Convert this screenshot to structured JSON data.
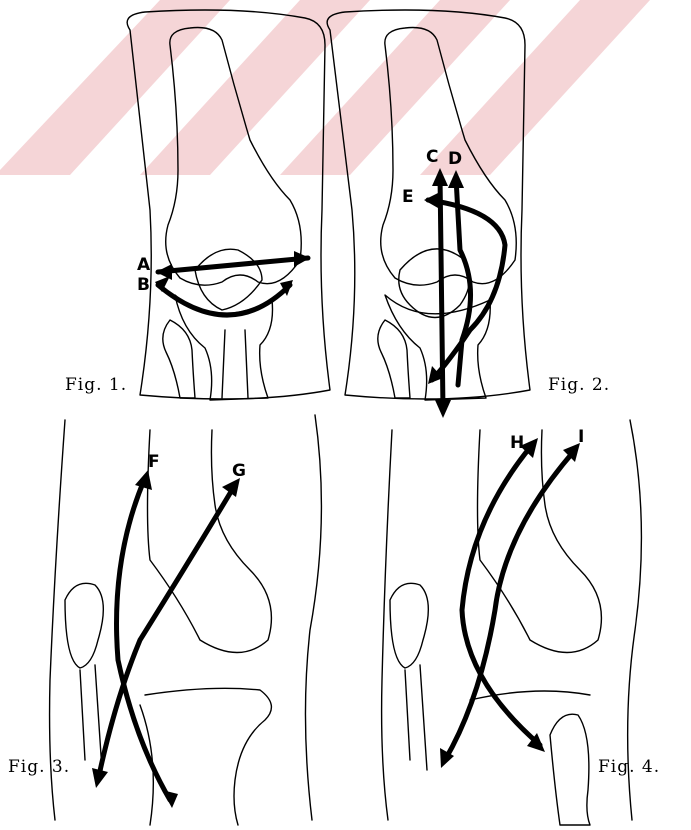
{
  "figures": [
    {
      "caption": "Fig. 1.",
      "labels": [
        "A",
        "B"
      ]
    },
    {
      "caption": "Fig. 2.",
      "labels": [
        "C",
        "D",
        "E"
      ]
    },
    {
      "caption": "Fig. 3.",
      "labels": [
        "F",
        "G"
      ]
    },
    {
      "caption": "Fig. 4.",
      "labels": [
        "H",
        "I"
      ]
    }
  ],
  "colors": {
    "line": "#000000",
    "watermark": "#f2c7c9",
    "background": "#ffffff"
  }
}
